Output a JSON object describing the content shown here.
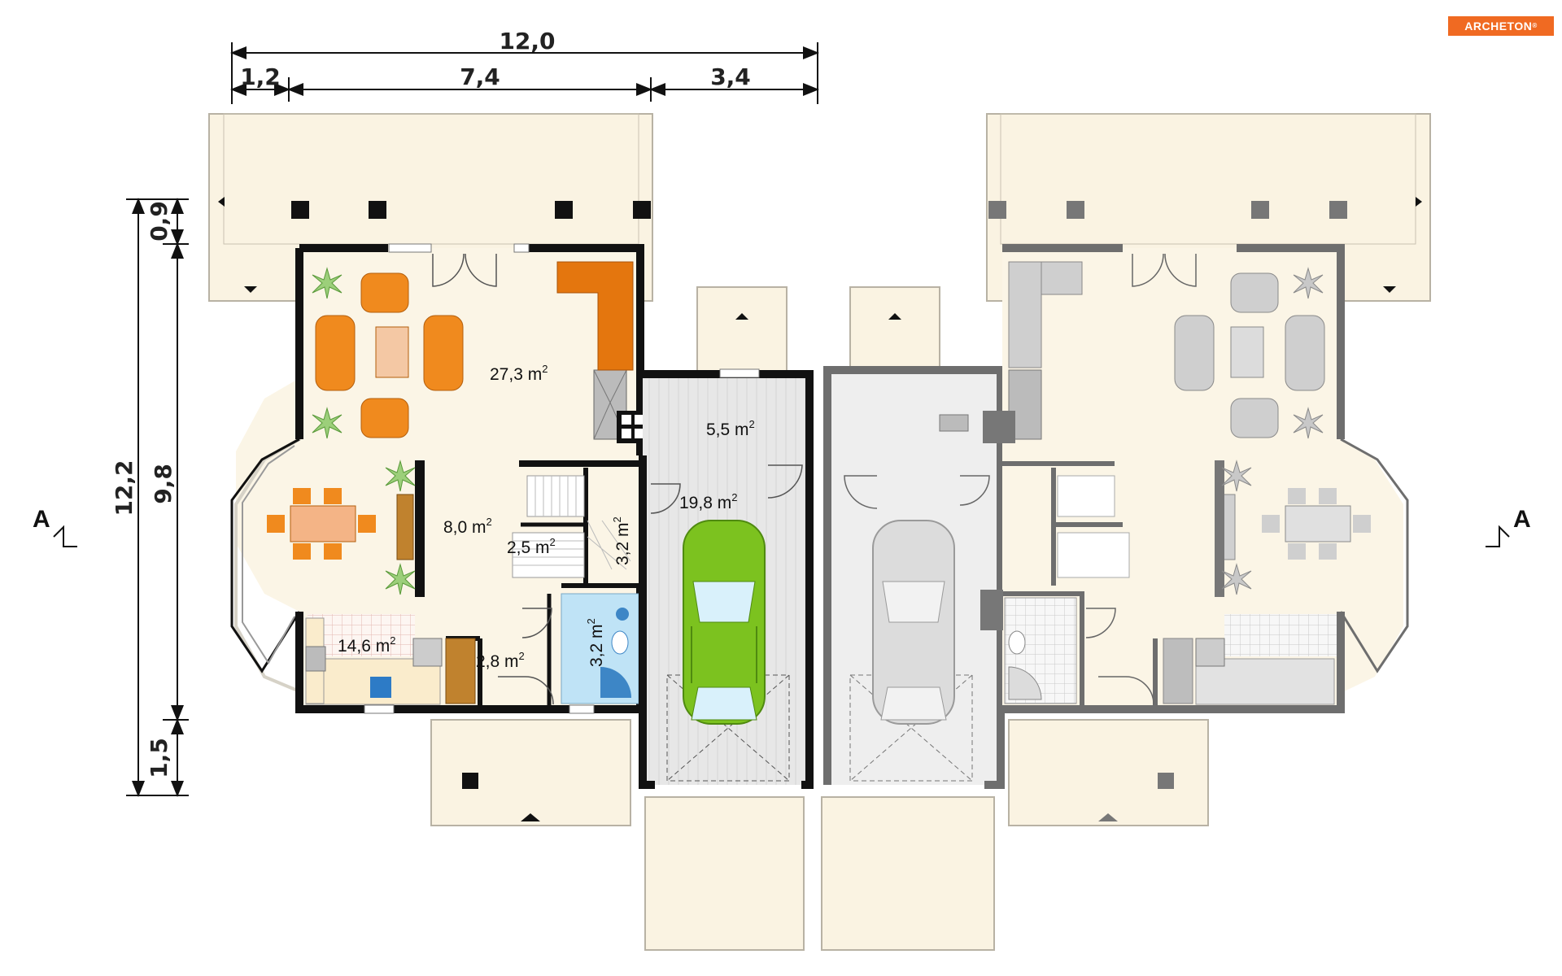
{
  "brand": {
    "name": "ARCHETON",
    "mark": "®"
  },
  "dimensions": {
    "total_width": "12,0",
    "seg_a": "1,2",
    "seg_b": "7,4",
    "seg_c": "3,4",
    "total_depth": "12,2",
    "depth_mid": "9,8",
    "depth_top": "0,9",
    "depth_bottom": "1,5"
  },
  "rooms": {
    "living": "27,3 m",
    "boiler": "5,5 m",
    "dining": "8,0 m",
    "hall": "2,5 m",
    "stairs": "3,2 m",
    "garage": "19,8 m",
    "kitchen": "14,6 m",
    "vestibule": "2,8 m",
    "bath": "3,2 m",
    "unit_sup": "2"
  },
  "section_marks": {
    "left": "A",
    "right": "A"
  },
  "colors": {
    "wall": "#111111",
    "wall_mirror": "#6e6e6e",
    "floor": "#fbf5e6",
    "terrace": "#faf3e2",
    "garage_floor": "#e6e6e6",
    "furniture": "#f08a1e",
    "car": "#7cc21f",
    "bath": "#bfe3f6",
    "brand": "#f06a22"
  },
  "icons": [
    "plant-icon",
    "car-icon",
    "door-swing-icon",
    "stairs-icon"
  ]
}
